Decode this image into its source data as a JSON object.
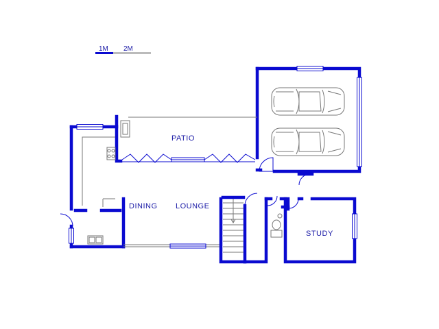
{
  "scale_bar": {
    "label_1": "1M",
    "label_2": "2M"
  },
  "rooms": {
    "patio": "PATIO",
    "dining": "DINING",
    "lounge": "LOUNGE",
    "study": "STUDY"
  },
  "colors": {
    "walls": "#0a0ad0",
    "labels": "#1a1aa6",
    "fixtures": "#777777",
    "scale_grey": "#bbbbbb"
  }
}
